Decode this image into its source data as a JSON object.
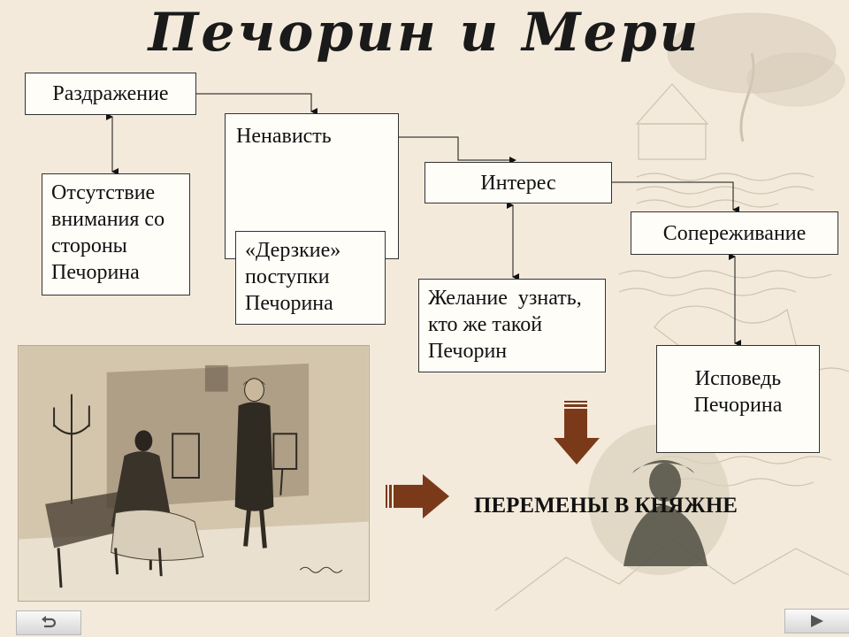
{
  "slide": {
    "title": "Печорин и Мери"
  },
  "nodes": {
    "irritation": "Раздражение",
    "hatred": "Ненависть",
    "interest": "Интерес",
    "empathy": "Сопереживание",
    "inattention": [
      "Отсутствие",
      "внимания со",
      "стороны",
      "Печорина"
    ],
    "bold_deeds": [
      "«Дерзкие»",
      "поступки",
      "Печорина"
    ],
    "desire": [
      "Желание  узнать,",
      "кто же такой",
      "Печорин"
    ],
    "confession": [
      "Исповедь",
      "Печорина"
    ]
  },
  "result": {
    "text": "ПЕРЕМЕНЫ В КНЯЖНЕ"
  },
  "nav": {
    "back_icon": "return-arrow-icon",
    "next_icon": "play-triangle-icon"
  },
  "colors": {
    "arrow_fill": "#7a3a1a",
    "background": "#f3eadb"
  }
}
